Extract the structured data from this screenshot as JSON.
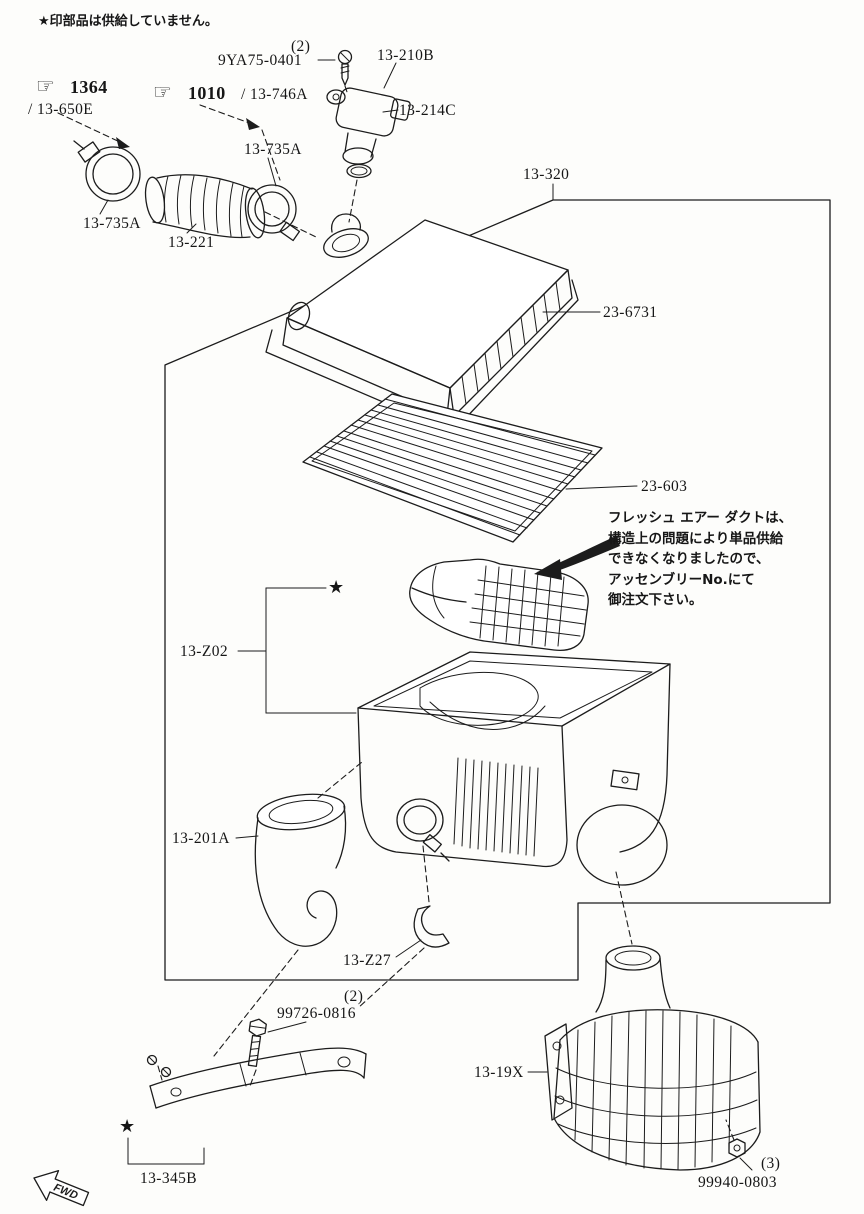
{
  "diagram": {
    "top_note": "★印部品は供給していません。",
    "fwd_label": "FWD",
    "star_mark": "★",
    "fresh_air_note": [
      "フレッシュ エアー ダクトは、",
      "構造上の問題により単品供給",
      "できなくなりましたので、",
      "アッセンブリーNo.にて",
      "御注文下さい。"
    ]
  },
  "icons": {
    "pointing_hand": "☞"
  },
  "labels": {
    "screw_qty": "(2)",
    "screw": "9YA75-0401",
    "maf_assy": "13-210B",
    "maf_sensor": "13-214C",
    "ref1": "1364",
    "ref1_part": "/ 13-650E",
    "ref2": "1010",
    "ref2_part": "/ 13-746A",
    "clamp_upper": "13-735A",
    "clamp_left": "13-735A",
    "hose": "13-221",
    "assembly": "13-320",
    "cover": "23-6731",
    "element": "23-603",
    "duct_case": "13-Z02",
    "snorkel": "13-201A",
    "clip": "13-Z27",
    "bolt_qty": "(2)",
    "bolt": "99726-0816",
    "bracket": "13-345B",
    "resonator": "13-19X",
    "nut_qty": "(3)",
    "nut": "99940-0803"
  }
}
